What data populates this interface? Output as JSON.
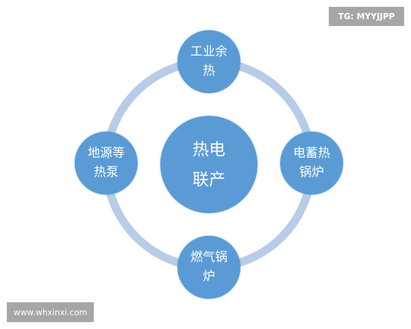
{
  "center": {
    "line1": "热电",
    "line2": "联产"
  },
  "nodes": {
    "top": {
      "line1": "工业余",
      "line2": "热"
    },
    "right": {
      "line1": "电蓄热",
      "line2": "锅炉"
    },
    "bottom": {
      "line1": "燃气锅",
      "line2": "炉"
    },
    "left": {
      "line1": "地源等",
      "line2": "热泵"
    }
  },
  "watermarks": {
    "top_right": "TG: MYYJJPP",
    "bottom_left": "www.whxinxi.com"
  },
  "colors": {
    "node": "#5b9bd5",
    "ring": "#b8cce8"
  }
}
